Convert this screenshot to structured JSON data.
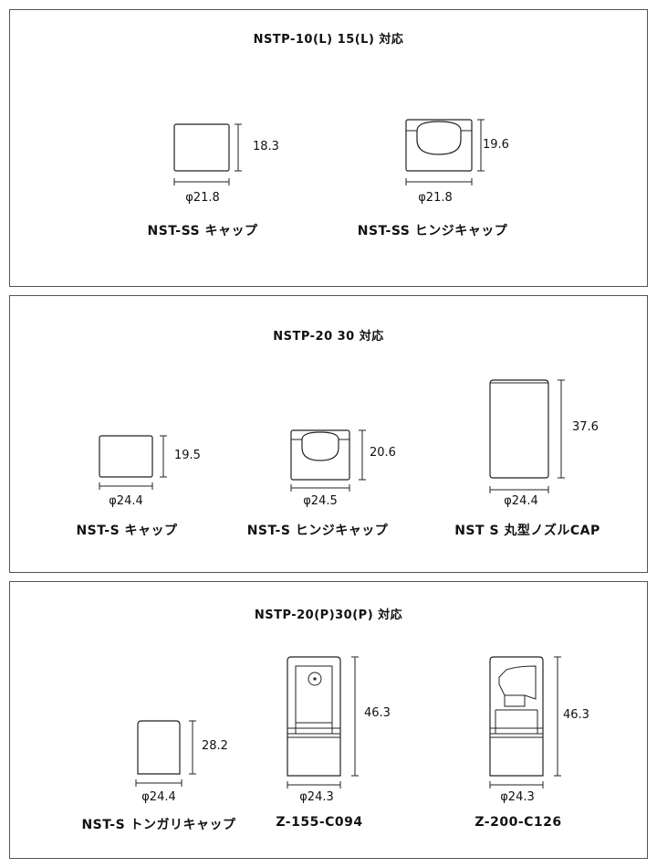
{
  "panels": [
    {
      "title": "NSTP-10(L) 15(L) 対応",
      "items": [
        {
          "name": "NST-SS キャップ",
          "diameter": "φ21.8",
          "height": "18.3"
        },
        {
          "name": "NST-SS ヒンジキャップ",
          "diameter": "φ21.8",
          "height": "19.6"
        }
      ]
    },
    {
      "title": "NSTP-20 30 対応",
      "items": [
        {
          "name": "NST-S キャップ",
          "diameter": "φ24.4",
          "height": "19.5"
        },
        {
          "name": "NST-S ヒンジキャップ",
          "diameter": "φ24.5",
          "height": "20.6"
        },
        {
          "name": "NST S 丸型ノズルCAP",
          "diameter": "φ24.4",
          "height": "37.6"
        }
      ]
    },
    {
      "title": "NSTP-20(P)30(P) 対応",
      "items": [
        {
          "name": "NST-S トンガリキャップ",
          "diameter": "φ24.4",
          "height": "28.2"
        },
        {
          "name": "Z-155-C094",
          "diameter": "φ24.3",
          "height": "46.3"
        },
        {
          "name": "Z-200-C126",
          "diameter": "φ24.3",
          "height": "46.3"
        }
      ]
    }
  ]
}
